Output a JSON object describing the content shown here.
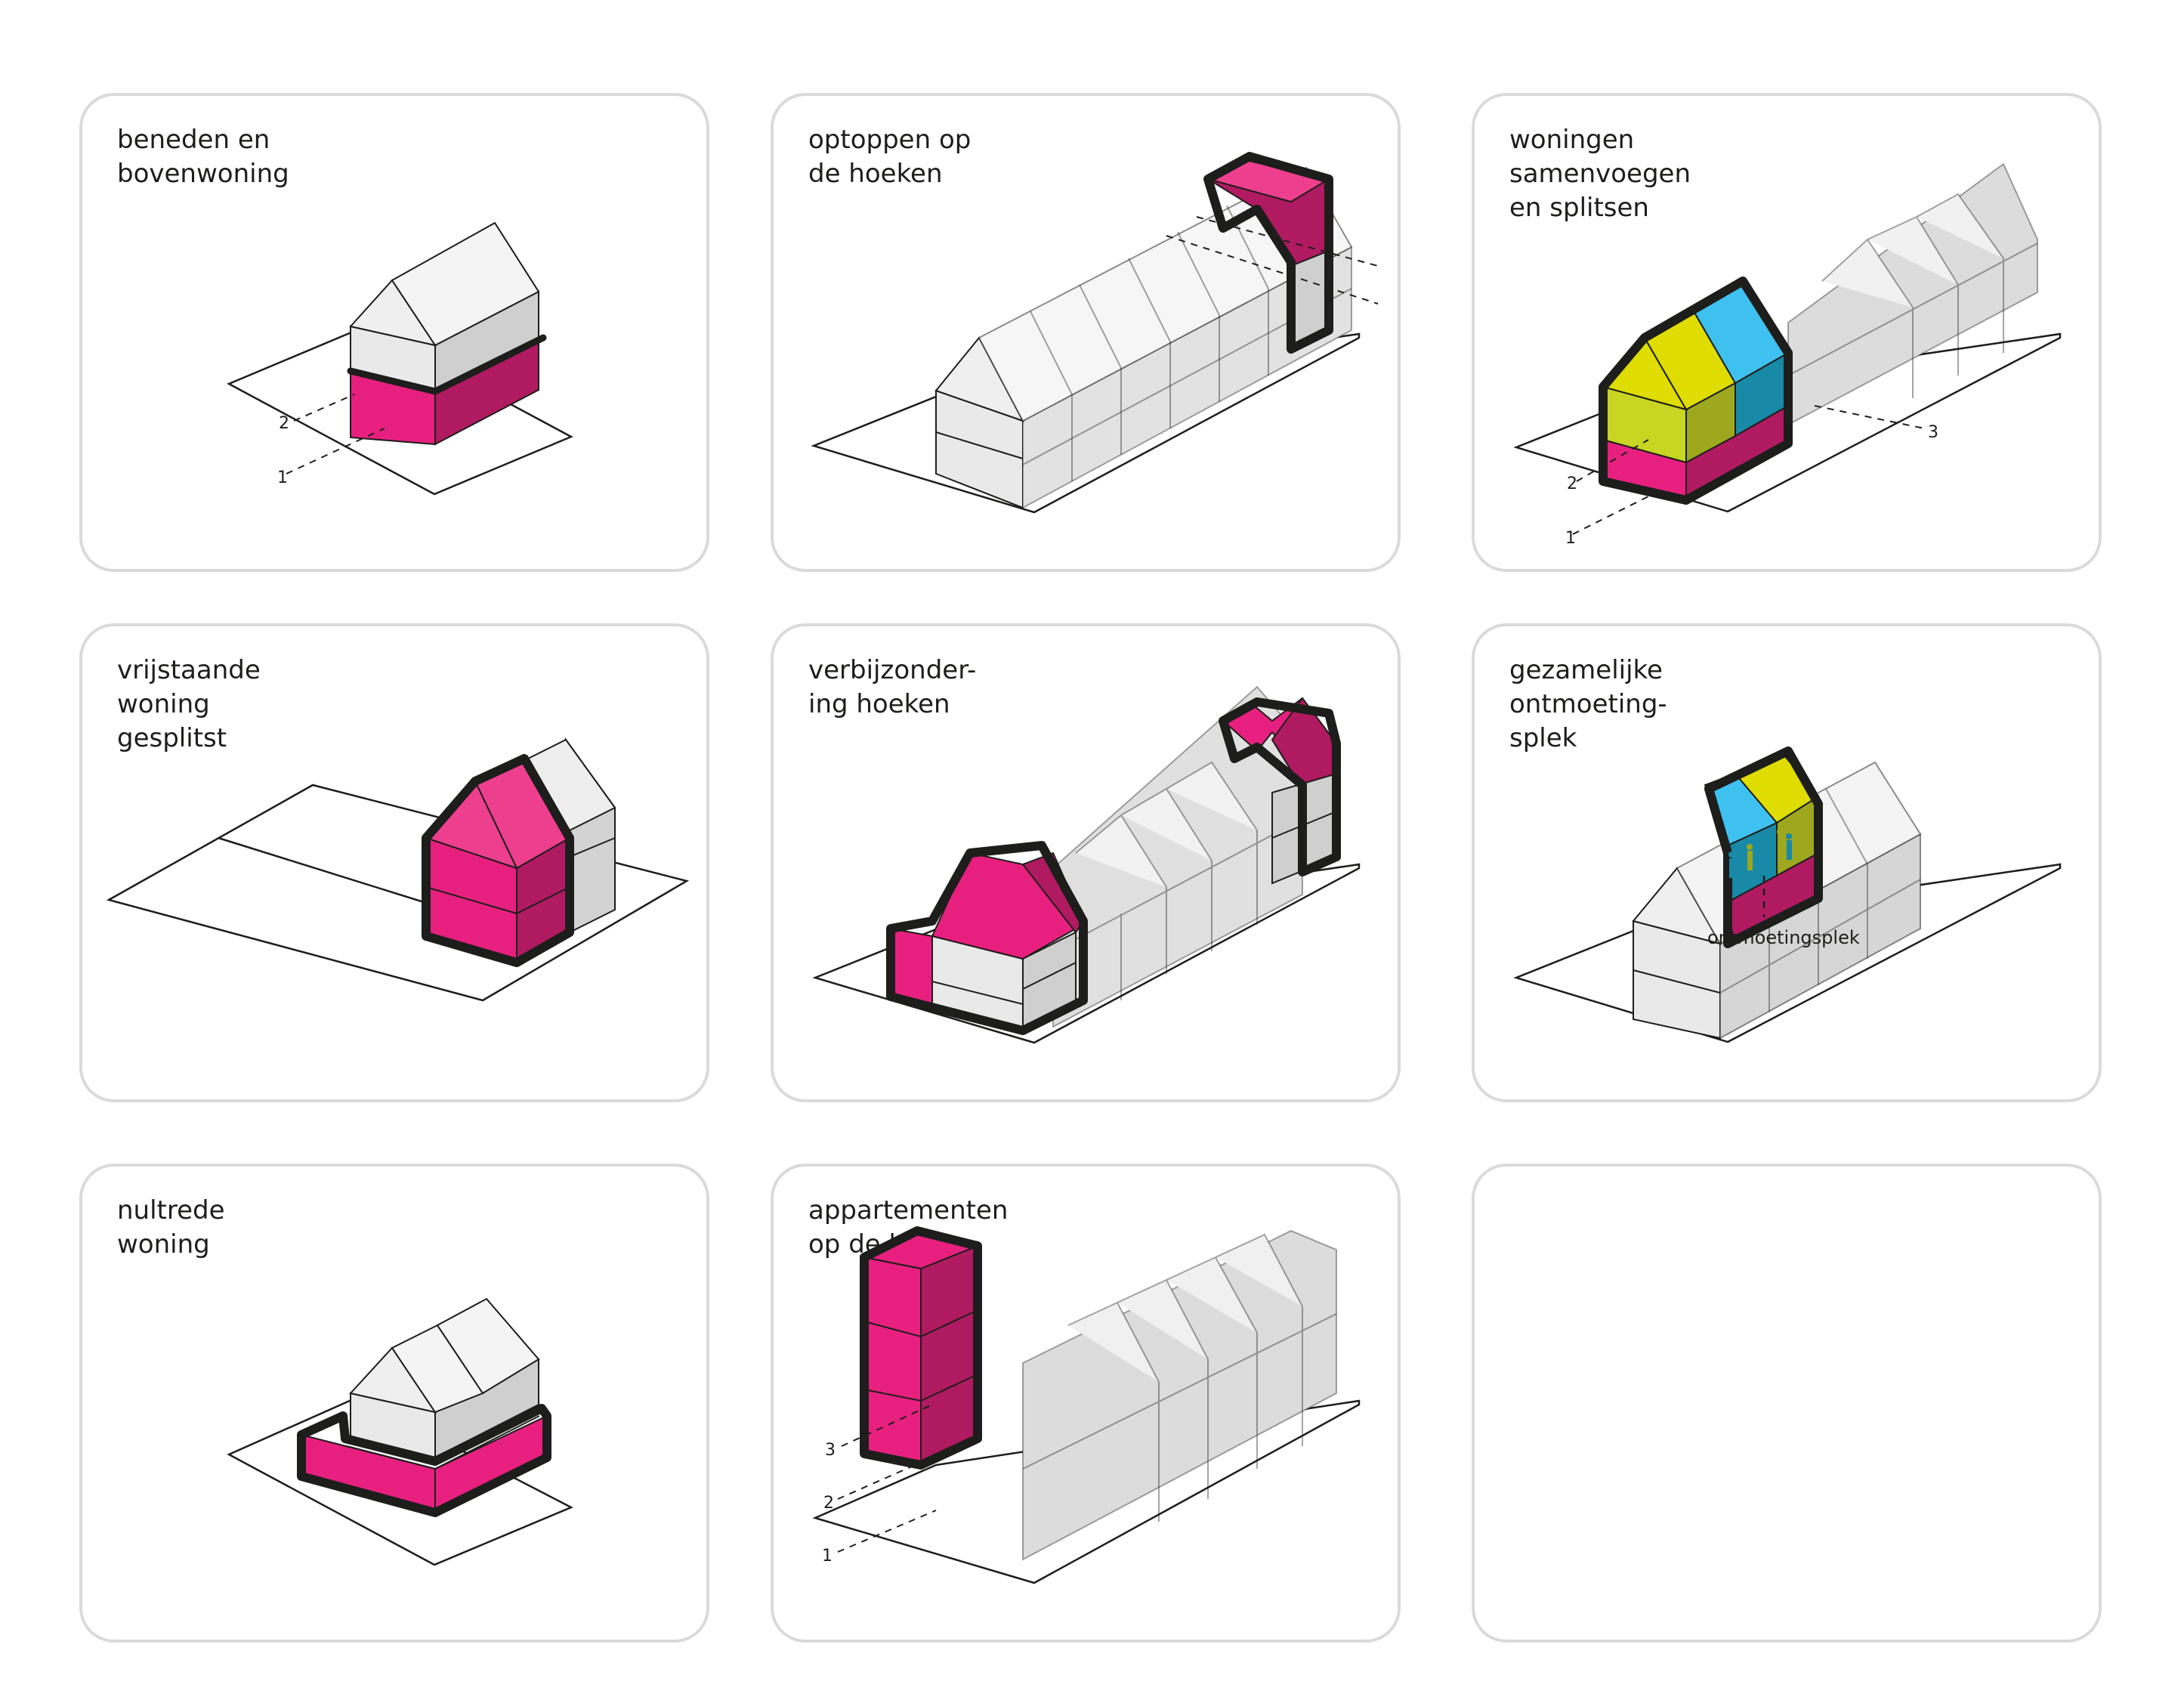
{
  "colors": {
    "magenta": "#e7207f",
    "magenta_dark": "#b01a60",
    "magenta_roof": "#ee3f8e",
    "grey_light": "#e9e9e9",
    "grey_mid": "#cfcfcf",
    "grey_dark": "#b9b9b9",
    "yellow": "#dedc00",
    "yellow_mid": "#c8d522",
    "olive": "#9ea81f",
    "cyan": "#3ec1ef",
    "cyan_dark": "#1889a6",
    "outline": "#1d1d1b",
    "card_border": "#dadada"
  },
  "cards": [
    {
      "title": "beneden en\nbovenwoning",
      "labels": [
        "2",
        "1"
      ]
    },
    {
      "title": "optoppen op\nde hoeken"
    },
    {
      "title": "woningen\nsamenvoegen\nen splitsen",
      "labels": [
        "3",
        "2",
        "1"
      ]
    },
    {
      "title": "vrijstaande\nwoning\ngesplitst"
    },
    {
      "title": "verbijzonder-\ning hoeken"
    },
    {
      "title": "gezamelijke\nontmoeting-\nsplek",
      "labels": [
        "ontmoetingsplek"
      ]
    },
    {
      "title": "nultrede\nwoning"
    },
    {
      "title": "appartementen\nop de hoek",
      "labels": [
        "3",
        "2",
        "1"
      ]
    },
    {
      "title": ""
    }
  ]
}
